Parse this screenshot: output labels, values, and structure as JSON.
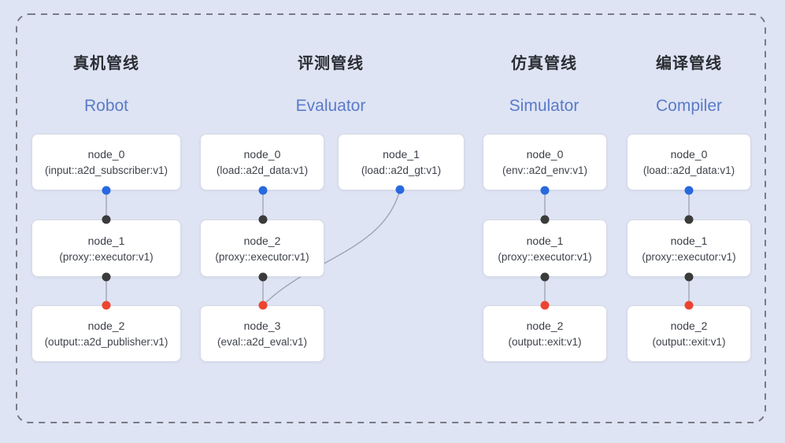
{
  "diagram": {
    "pipelines": [
      {
        "title_zh": "真机管线",
        "title_en": "Robot",
        "nodes": [
          {
            "name": "node_0",
            "impl": "(input::a2d_subscriber:v1)"
          },
          {
            "name": "node_1",
            "impl": "(proxy::executor:v1)"
          },
          {
            "name": "node_2",
            "impl": "(output::a2d_publisher:v1)"
          }
        ]
      },
      {
        "title_zh": "评测管线",
        "title_en": "Evaluator",
        "nodes": [
          {
            "name": "node_0",
            "impl": "(load::a2d_data:v1)"
          },
          {
            "name": "node_1",
            "impl": "(load::a2d_gt:v1)"
          },
          {
            "name": "node_2",
            "impl": "(proxy::executor:v1)"
          },
          {
            "name": "node_3",
            "impl": "(eval::a2d_eval:v1)"
          }
        ]
      },
      {
        "title_zh": "仿真管线",
        "title_en": "Simulator",
        "nodes": [
          {
            "name": "node_0",
            "impl": "(env::a2d_env:v1)"
          },
          {
            "name": "node_1",
            "impl": "(proxy::executor:v1)"
          },
          {
            "name": "node_2",
            "impl": "(output::exit:v1)"
          }
        ]
      },
      {
        "title_zh": "编译管线",
        "title_en": "Compiler",
        "nodes": [
          {
            "name": "node_0",
            "impl": "(load::a2d_data:v1)"
          },
          {
            "name": "node_1",
            "impl": "(proxy::executor:v1)"
          },
          {
            "name": "node_2",
            "impl": "(output::exit:v1)"
          }
        ]
      }
    ],
    "colors": {
      "background": "#dfe4f4",
      "frame_dash": "#767b85",
      "node_bg": "#ffffff",
      "node_border": "#d6dae4",
      "edge": "#99a0ae",
      "port_output_blue": "#2769e0",
      "port_mid_black": "#3b3b3b",
      "port_input_red": "#ec4430",
      "title_zh_color": "#2b2d33",
      "title_en_color": "#5a7bc9"
    }
  }
}
